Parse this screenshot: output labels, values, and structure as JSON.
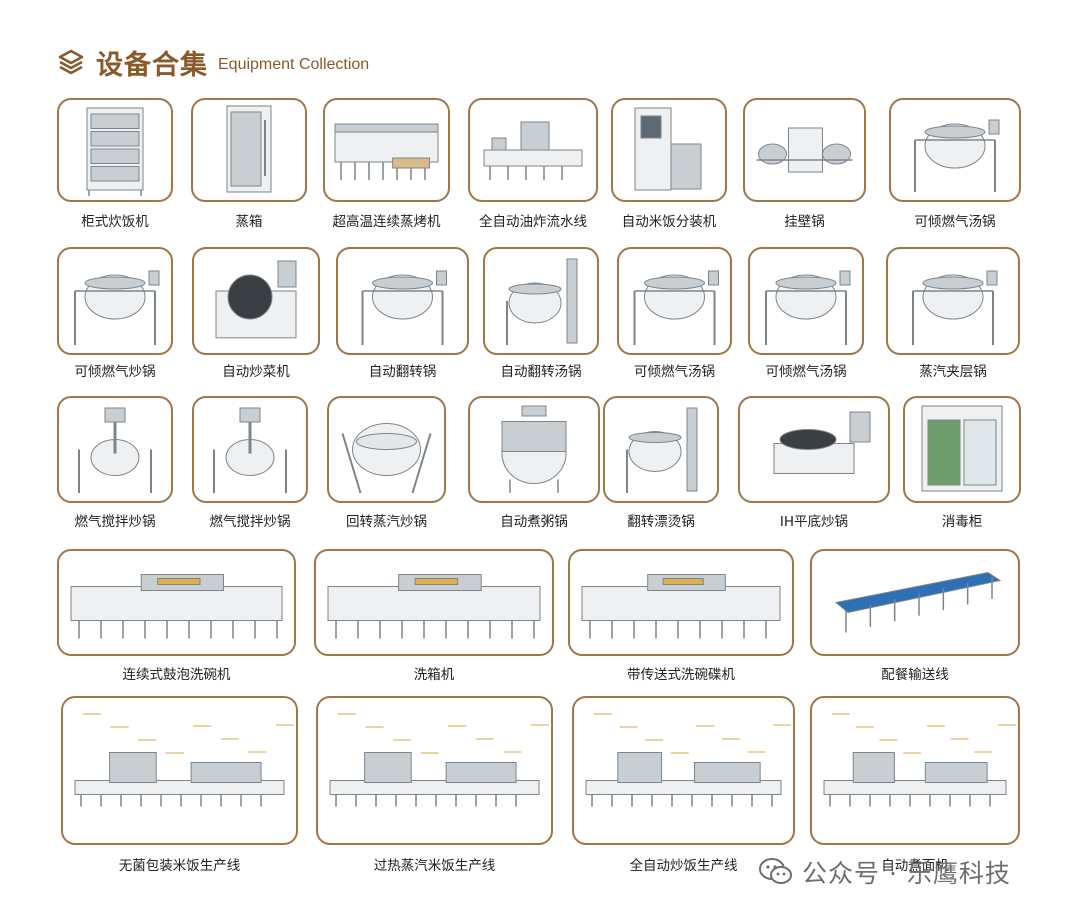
{
  "header": {
    "title_cn": "设备合集",
    "title_en": "Equipment Collection",
    "icon": "layers-icon"
  },
  "colors": {
    "accent": "#a37648",
    "title": "#8a5a2b",
    "steel": "#c9ced3"
  },
  "rows": [
    {
      "items": [
        {
          "label": "柜式炊饭机",
          "kind": "cabinet"
        },
        {
          "label": "蒸箱",
          "kind": "cabinet-tall"
        },
        {
          "label": "超高温连续蒸烤机",
          "kind": "tunnel"
        },
        {
          "label": "全自动油炸流水线",
          "kind": "fryer"
        },
        {
          "label": "自动米饭分装机",
          "kind": "dispenser"
        },
        {
          "label": "挂壁锅",
          "kind": "wall-pot"
        },
        {
          "label": "可倾燃气汤锅",
          "kind": "kettle"
        }
      ]
    },
    {
      "items": [
        {
          "label": "可倾燃气炒锅",
          "kind": "kettle"
        },
        {
          "label": "自动炒菜机",
          "kind": "cooker"
        },
        {
          "label": "自动翻转锅",
          "kind": "kettle"
        },
        {
          "label": "自动翻转汤锅",
          "kind": "kettle-lift"
        },
        {
          "label": "可倾燃气汤锅",
          "kind": "kettle"
        },
        {
          "label": "可倾燃气汤锅",
          "kind": "kettle"
        },
        {
          "label": "蒸汽夹层锅",
          "kind": "kettle"
        }
      ]
    },
    {
      "items": [
        {
          "label": "燃气搅拌炒锅",
          "kind": "mixer"
        },
        {
          "label": "燃气搅拌炒锅",
          "kind": "mixer"
        },
        {
          "label": "回转蒸汽炒锅",
          "kind": "bowl"
        },
        {
          "label": "自动煮粥锅",
          "kind": "tank"
        },
        {
          "label": "翻转漂烫锅",
          "kind": "kettle-lift"
        },
        {
          "label": "IH平底炒锅",
          "kind": "flat-pan"
        },
        {
          "label": "消毒柜",
          "kind": "steriliser"
        }
      ]
    },
    {
      "items": [
        {
          "label": "连续式鼓泡洗碗机",
          "kind": "washer-long"
        },
        {
          "label": "洗箱机",
          "kind": "washer-long"
        },
        {
          "label": "带传送式洗碗碟机",
          "kind": "washer-long"
        },
        {
          "label": "配餐输送线",
          "kind": "conveyor"
        }
      ]
    },
    {
      "items": [
        {
          "label": "无菌包装米饭生产线",
          "kind": "line"
        },
        {
          "label": "过热蒸汽米饭生产线",
          "kind": "line"
        },
        {
          "label": "全自动炒饭生产线",
          "kind": "line"
        },
        {
          "label": "自动煮面机",
          "kind": "line"
        }
      ]
    }
  ],
  "watermark": {
    "text": "公众号 · 乐鹰科技",
    "icon": "wechat-icon"
  }
}
